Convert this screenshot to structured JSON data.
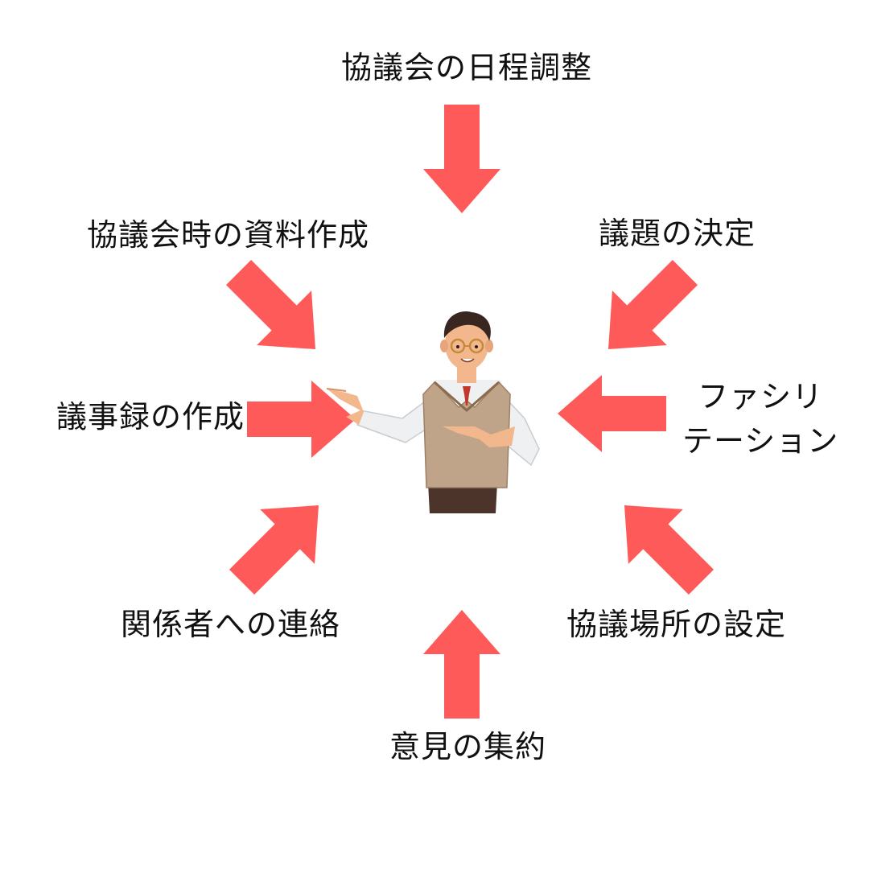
{
  "diagram": {
    "center_icon": "teacher-pointing-icon",
    "arrow_color": "#FF5A5A",
    "labels": {
      "schedule": "協議会の日程調整",
      "agenda": "議題の決定",
      "facilitation_line1": "ファシリ",
      "facilitation_line2": "テーション",
      "venue": "協議場所の設定",
      "opinions": "意見の集約",
      "contact": "関係者への連絡",
      "minutes": "議事録の作成",
      "materials": "協議会時の資料作成"
    }
  }
}
